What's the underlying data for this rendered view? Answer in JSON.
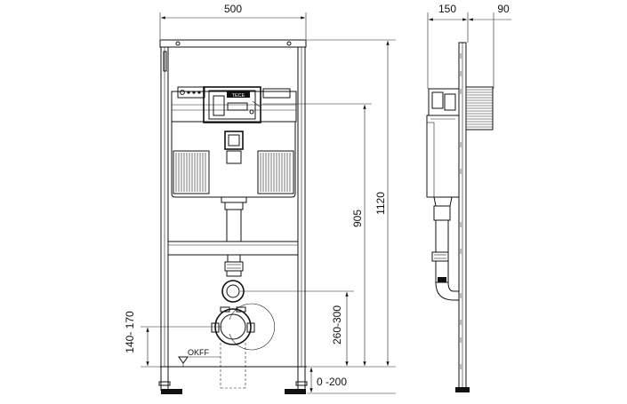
{
  "dimensions": {
    "frame_width": "500",
    "side_depth_a": "150",
    "side_depth_b": "90",
    "total_height": "1120",
    "actuator_height": "905",
    "outlet_height": "260-300",
    "inlet_height": "140- 170",
    "floor_adjust": "0 -200"
  },
  "labels": {
    "floor_level": "OKFF",
    "brand_plate": "TECE"
  },
  "colors": {
    "line": "#111111",
    "background": "#ffffff"
  }
}
